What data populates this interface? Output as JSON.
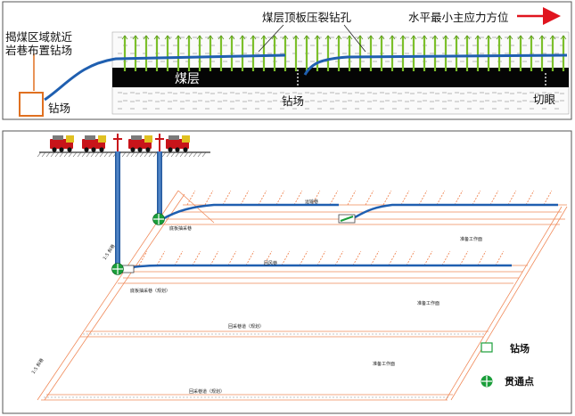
{
  "top_panel": {
    "label_left_line1": "揭煤区域就近",
    "label_left_line2": "岩巷布置钻场",
    "label_drill_site_left": "钻场",
    "label_fracture_holes": "煤层顶板压裂钻孔",
    "label_stress_direction": "水平最小主应力方位",
    "label_seam": "煤层",
    "label_drill_site_mid": "钻场",
    "label_cut_hole": "切眼"
  },
  "bottom_panel": {
    "label_transport_road": "运输巷",
    "label_return_road": "回风巷",
    "label_bottom_drain_road": "底板抽采巷",
    "label_bottom_drain_road_planned": "底板抽采巷（规划）",
    "label_workface_1": "准备工作面",
    "label_workface_2": "准备工作面",
    "label_workface_3": "准备工作面",
    "label_mining_road_planned_1": "回采巷道（规划）",
    "label_mining_road_planned_2": "回采巷道（规划）",
    "label_slope_1": "1:5 斜巷",
    "label_slope_2": "1:5 斜巷"
  },
  "legend": {
    "drill_site": "钻场",
    "through_point": "贯通点"
  },
  "colors": {
    "pipe_blue": "#1f5fb0",
    "drill_green": "#7bbf2a",
    "arrow_red": "#e0141e",
    "roadway_orange": "#f08a5a",
    "marker_green": "#1a9e3a",
    "drill_box_orange": "#e07020"
  }
}
